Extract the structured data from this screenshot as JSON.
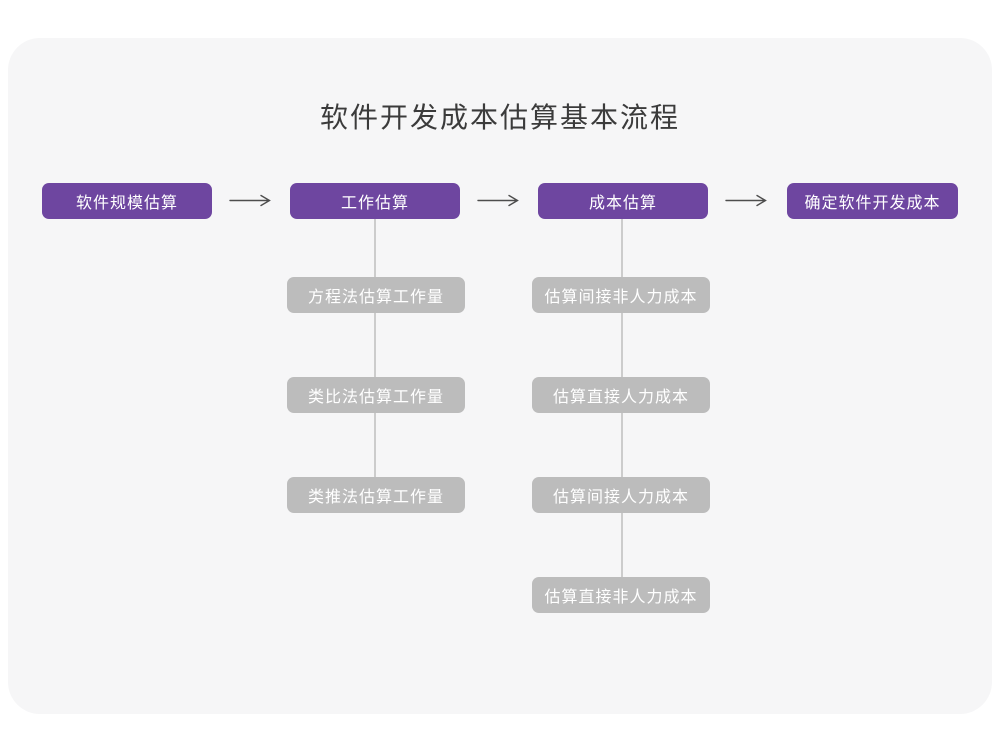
{
  "title": "软件开发成本估算基本流程",
  "colors": {
    "page_background": "#ffffff",
    "card_background": "#f6f6f7",
    "primary_node": "#6e46a0",
    "secondary_node": "#bcbcbc",
    "connector_line": "#cccccc",
    "arrow": "#4d4d4d",
    "title_text": "#3b3b3b",
    "node_text": "#ffffff"
  },
  "flow": {
    "main_steps": [
      {
        "label": "软件规模估算"
      },
      {
        "label": "工作估算"
      },
      {
        "label": "成本估算"
      },
      {
        "label": "确定软件开发成本"
      }
    ],
    "work_estimation_methods": [
      {
        "label": "方程法估算工作量"
      },
      {
        "label": "类比法估算工作量"
      },
      {
        "label": "类推法估算工作量"
      }
    ],
    "cost_estimation_steps": [
      {
        "label": "估算间接非人力成本"
      },
      {
        "label": "估算直接人力成本"
      },
      {
        "label": "估算间接人力成本"
      },
      {
        "label": "估算直接非人力成本"
      }
    ]
  }
}
